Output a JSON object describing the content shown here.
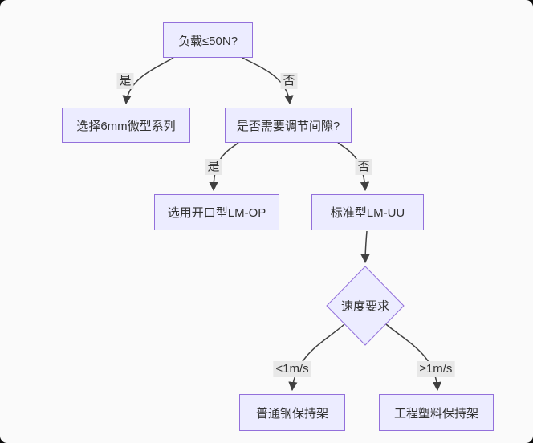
{
  "diagram": {
    "type": "flowchart-decision-tree",
    "colors": {
      "background": "#fafafa",
      "node_fill": "#ECECFF",
      "node_border": "#9370DB",
      "edge_color": "#404040",
      "edge_label_bg": "#e8e8e8",
      "text": "#333333"
    },
    "nodes": {
      "load_question": "负载≤50N?",
      "micro_series": "选择6mm微型系列",
      "clearance_question": "是否需要调节间隙?",
      "open_type": "选用开口型LM-OP",
      "standard_type": "标准型LM-UU",
      "speed_decision": "速度要求",
      "steel_cage": "普通钢保持架",
      "plastic_cage": "工程塑料保持架"
    },
    "edge_labels": {
      "yes_1": "是",
      "no_1": "否",
      "yes_2": "是",
      "no_2": "否",
      "lt_1ms": "<1m/s",
      "ge_1ms": "≥1m/s"
    }
  }
}
